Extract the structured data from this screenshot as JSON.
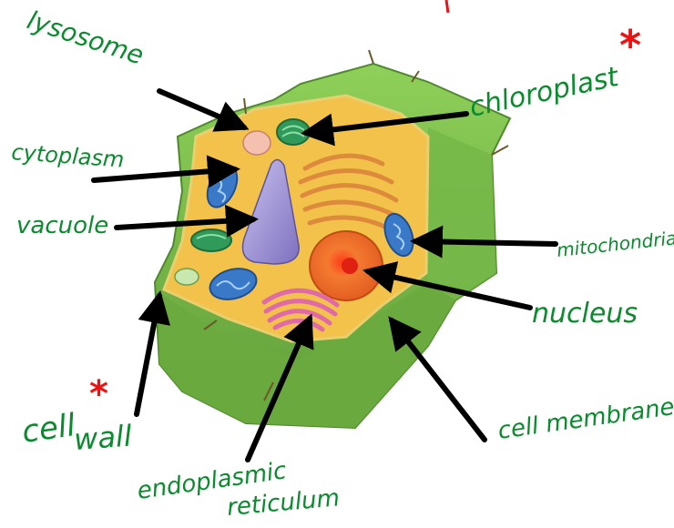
{
  "labels": {
    "lysosome": "lysosome",
    "chloroplast": "chloroplast",
    "cytoplasm": "cytoplasm",
    "vacuole": "vacuole",
    "mitochondria": "mitochondria",
    "nucleus": "nucleus",
    "cell_wall_1": "cell",
    "cell_wall_2": "wall",
    "cell_membrane": "cell membrane",
    "er_1": "endoplasmic",
    "er_2": "reticulum"
  },
  "marks": {
    "star": "*"
  },
  "colors": {
    "handwriting": "#0a8c2e",
    "star": "#ee1111",
    "cell_wall": "#7cc04a",
    "cytoplasm": "#f2c24a",
    "vacuole": "#9c8fd0",
    "nucleus": "#f06a2a",
    "er": "#e06aa8",
    "golgi": "#e09a50",
    "chloroplast": "#2f9a5a",
    "mitochondria": "#3a78c8",
    "arrow": "#000000"
  }
}
